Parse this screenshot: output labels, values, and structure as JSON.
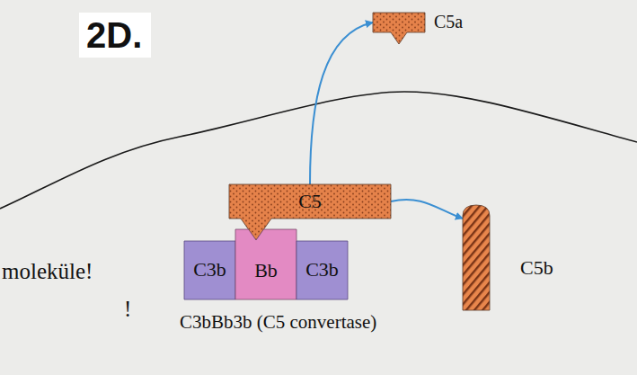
{
  "diagram": {
    "title": "2D.",
    "nodes": [
      {
        "text": [
          "C5a"
        ]
      },
      {
        "text": [
          "C5"
        ]
      },
      {
        "text": [
          "C3b"
        ]
      },
      {
        "text": [
          "Bb"
        ]
      },
      {
        "text": [
          "C3b"
        ]
      },
      {
        "text": [
          "C5b"
        ]
      }
    ],
    "edges": [
      {
        "from": 1,
        "to": 0,
        "arrow": "to"
      },
      {
        "from": 1,
        "to": 5,
        "arrow": "to"
      }
    ],
    "labels": [
      "moleküle!",
      "!",
      "C3bBb3b (C5 convertase)"
    ]
  }
}
